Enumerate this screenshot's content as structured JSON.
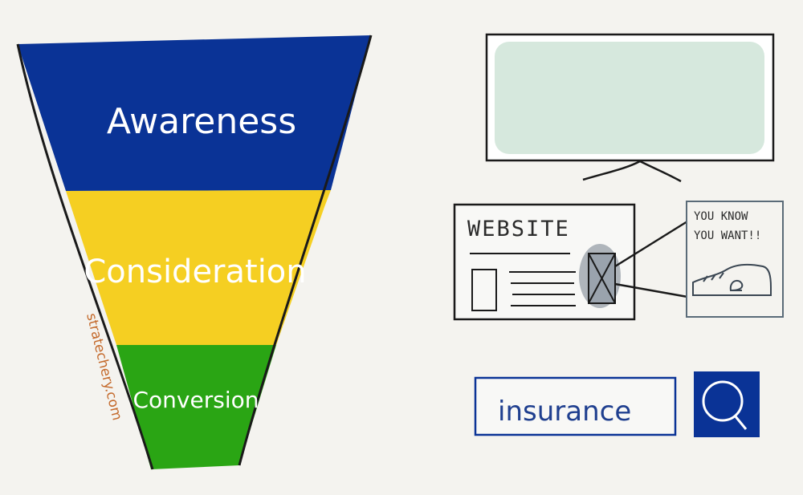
{
  "funnel": {
    "stages": [
      {
        "label": "Awareness",
        "color": "#0a3396"
      },
      {
        "label": "Consideration",
        "color": "#f5cf22"
      },
      {
        "label": "Conversion",
        "color": "#2aa514"
      }
    ],
    "credit": "stratechery.com"
  },
  "ad_examples": {
    "tv_screen_color": "#cfe4d7",
    "website": {
      "title": "WEBSITE"
    },
    "banner_ad": {
      "line1": "YOU KNOW",
      "line2": "YOU WANT!!",
      "icon": "sneaker-icon"
    },
    "search": {
      "query": "insurance",
      "button_icon": "magnifier-icon",
      "button_color": "#0a3396"
    }
  }
}
